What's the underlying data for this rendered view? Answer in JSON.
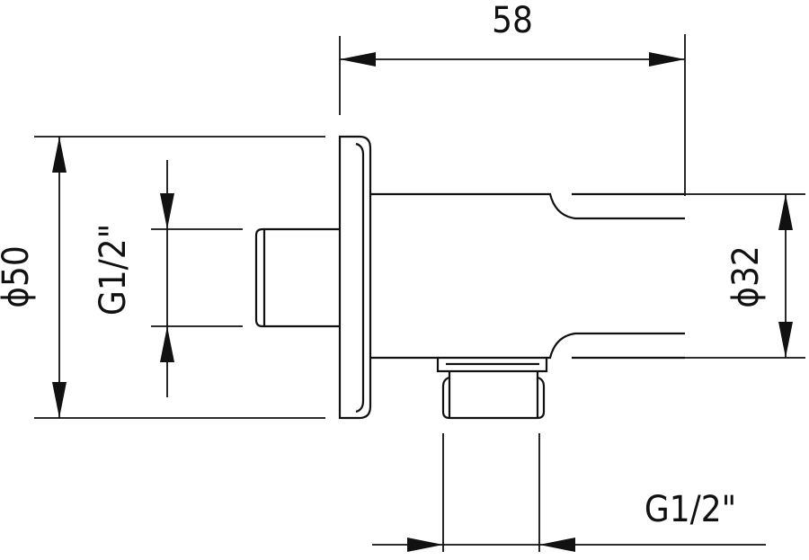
{
  "drawing": {
    "dimensions": {
      "length": "58",
      "flange_diameter": "ϕ50",
      "rear_thread": "G1/2\"",
      "body_diameter": "ϕ32",
      "outlet_thread": "G1/2\""
    },
    "colors": {
      "line": "#111111",
      "background": "#ffffff"
    }
  }
}
